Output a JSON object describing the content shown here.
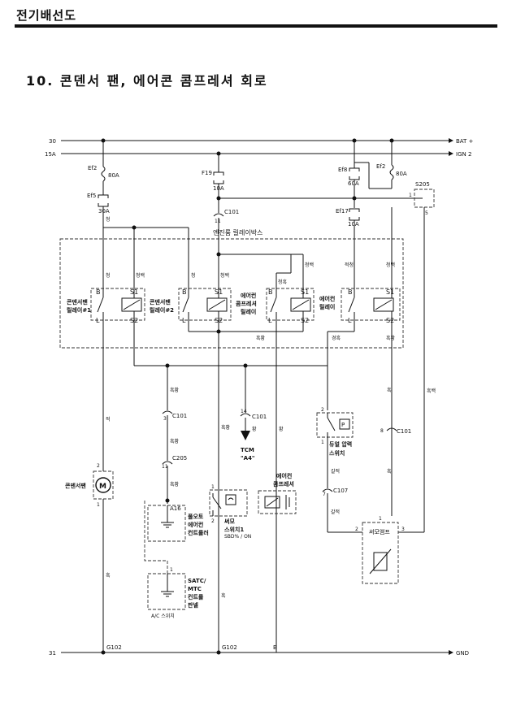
{
  "header": {
    "section": "전기배선도"
  },
  "title": "10. 콘덴서 팬, 에어콘 콤프레셔 회로",
  "buses": {
    "bus30": "30",
    "bus15a": "15A",
    "bus31": "31",
    "bat": "BAT +",
    "ign": "IGN 2",
    "gnd": "GND"
  },
  "fuses": {
    "ef2_left": {
      "name": "Ef2",
      "rating": "80A"
    },
    "ef5": {
      "name": "Ef5",
      "rating": "30A"
    },
    "f19": {
      "name": "F19",
      "rating": "10A"
    },
    "ef8": {
      "name": "Ef8",
      "rating": "60A"
    },
    "ef2_right": {
      "name": "Ef2",
      "rating": "80A"
    },
    "ef17": {
      "name": "Ef17",
      "rating": "10A"
    }
  },
  "connectors": {
    "s205": "S205",
    "s205_pin1": "1",
    "s205_pin5": "5",
    "c101_top": "C101",
    "c101_top_pin": "11",
    "c101_a": "C101",
    "c101_a_pin": "3",
    "c205": "C205",
    "c205_pin": "11",
    "c101_tcm": "C101",
    "c101_tcm_pin": "14",
    "c101_r": "C101",
    "c101_r_pin": "8",
    "c107": "C107",
    "c107_pin": "7",
    "g102_a": "G102",
    "g102_b": "G102",
    "b": "B"
  },
  "relay_box": {
    "label": "엔진룸 릴레이박스",
    "relays": [
      {
        "name1": "콘덴서팬",
        "name2": "릴레이#1"
      },
      {
        "name1": "콘덴서팬",
        "name2": "릴레이#2"
      },
      {
        "name1": "에어컨",
        "name2": "콤프레셔",
        "name3": "릴레이"
      },
      {
        "name1": "에어컨",
        "name2": "릴레이"
      }
    ],
    "pin_b": "B",
    "pin_s1": "S1",
    "pin_s2": "S2",
    "pin_l": "L"
  },
  "wires": {
    "cheong": "청",
    "cheongbaek": "청백",
    "cheonghuk": "청흑",
    "jeokcheong": "적청",
    "heukhwang": "흑황",
    "heokbaek": "흑백",
    "jeok": "적",
    "hwang": "황",
    "gyeongheuk": "경흑",
    "gamjeok": "갈적",
    "heuk": "흑"
  },
  "components": {
    "motor_label": "콘덴서팬",
    "motor_symbol": "M",
    "motor_pin2": "2",
    "motor_pin1": "1",
    "full_auto": {
      "pin": "A16",
      "line1": "풀오토",
      "line2": "에어컨",
      "line3": "컨트롤러"
    },
    "satc": {
      "pin": "1",
      "line1": "SATC/",
      "line2": "MTC",
      "line3": "컨트롤",
      "line4": "판넬",
      "caption": "A/C 스위치"
    },
    "thermo": {
      "pin1": "1",
      "pin2": "2",
      "line1": "써모",
      "line2": "스위치1",
      "caption": "SBD% / ON"
    },
    "tcm": {
      "line1": "TCM",
      "line2": "\"A4\""
    },
    "compressor": {
      "line1": "에어컨",
      "line2": "콤프레셔"
    },
    "dual_switch": {
      "pin2": "2",
      "pin1": "1",
      "line1": "듀얼 압력",
      "line2": "스위치"
    },
    "sensor": {
      "label": "써모앰프",
      "pin1": "1",
      "pin2": "2",
      "pin3": "3"
    }
  }
}
